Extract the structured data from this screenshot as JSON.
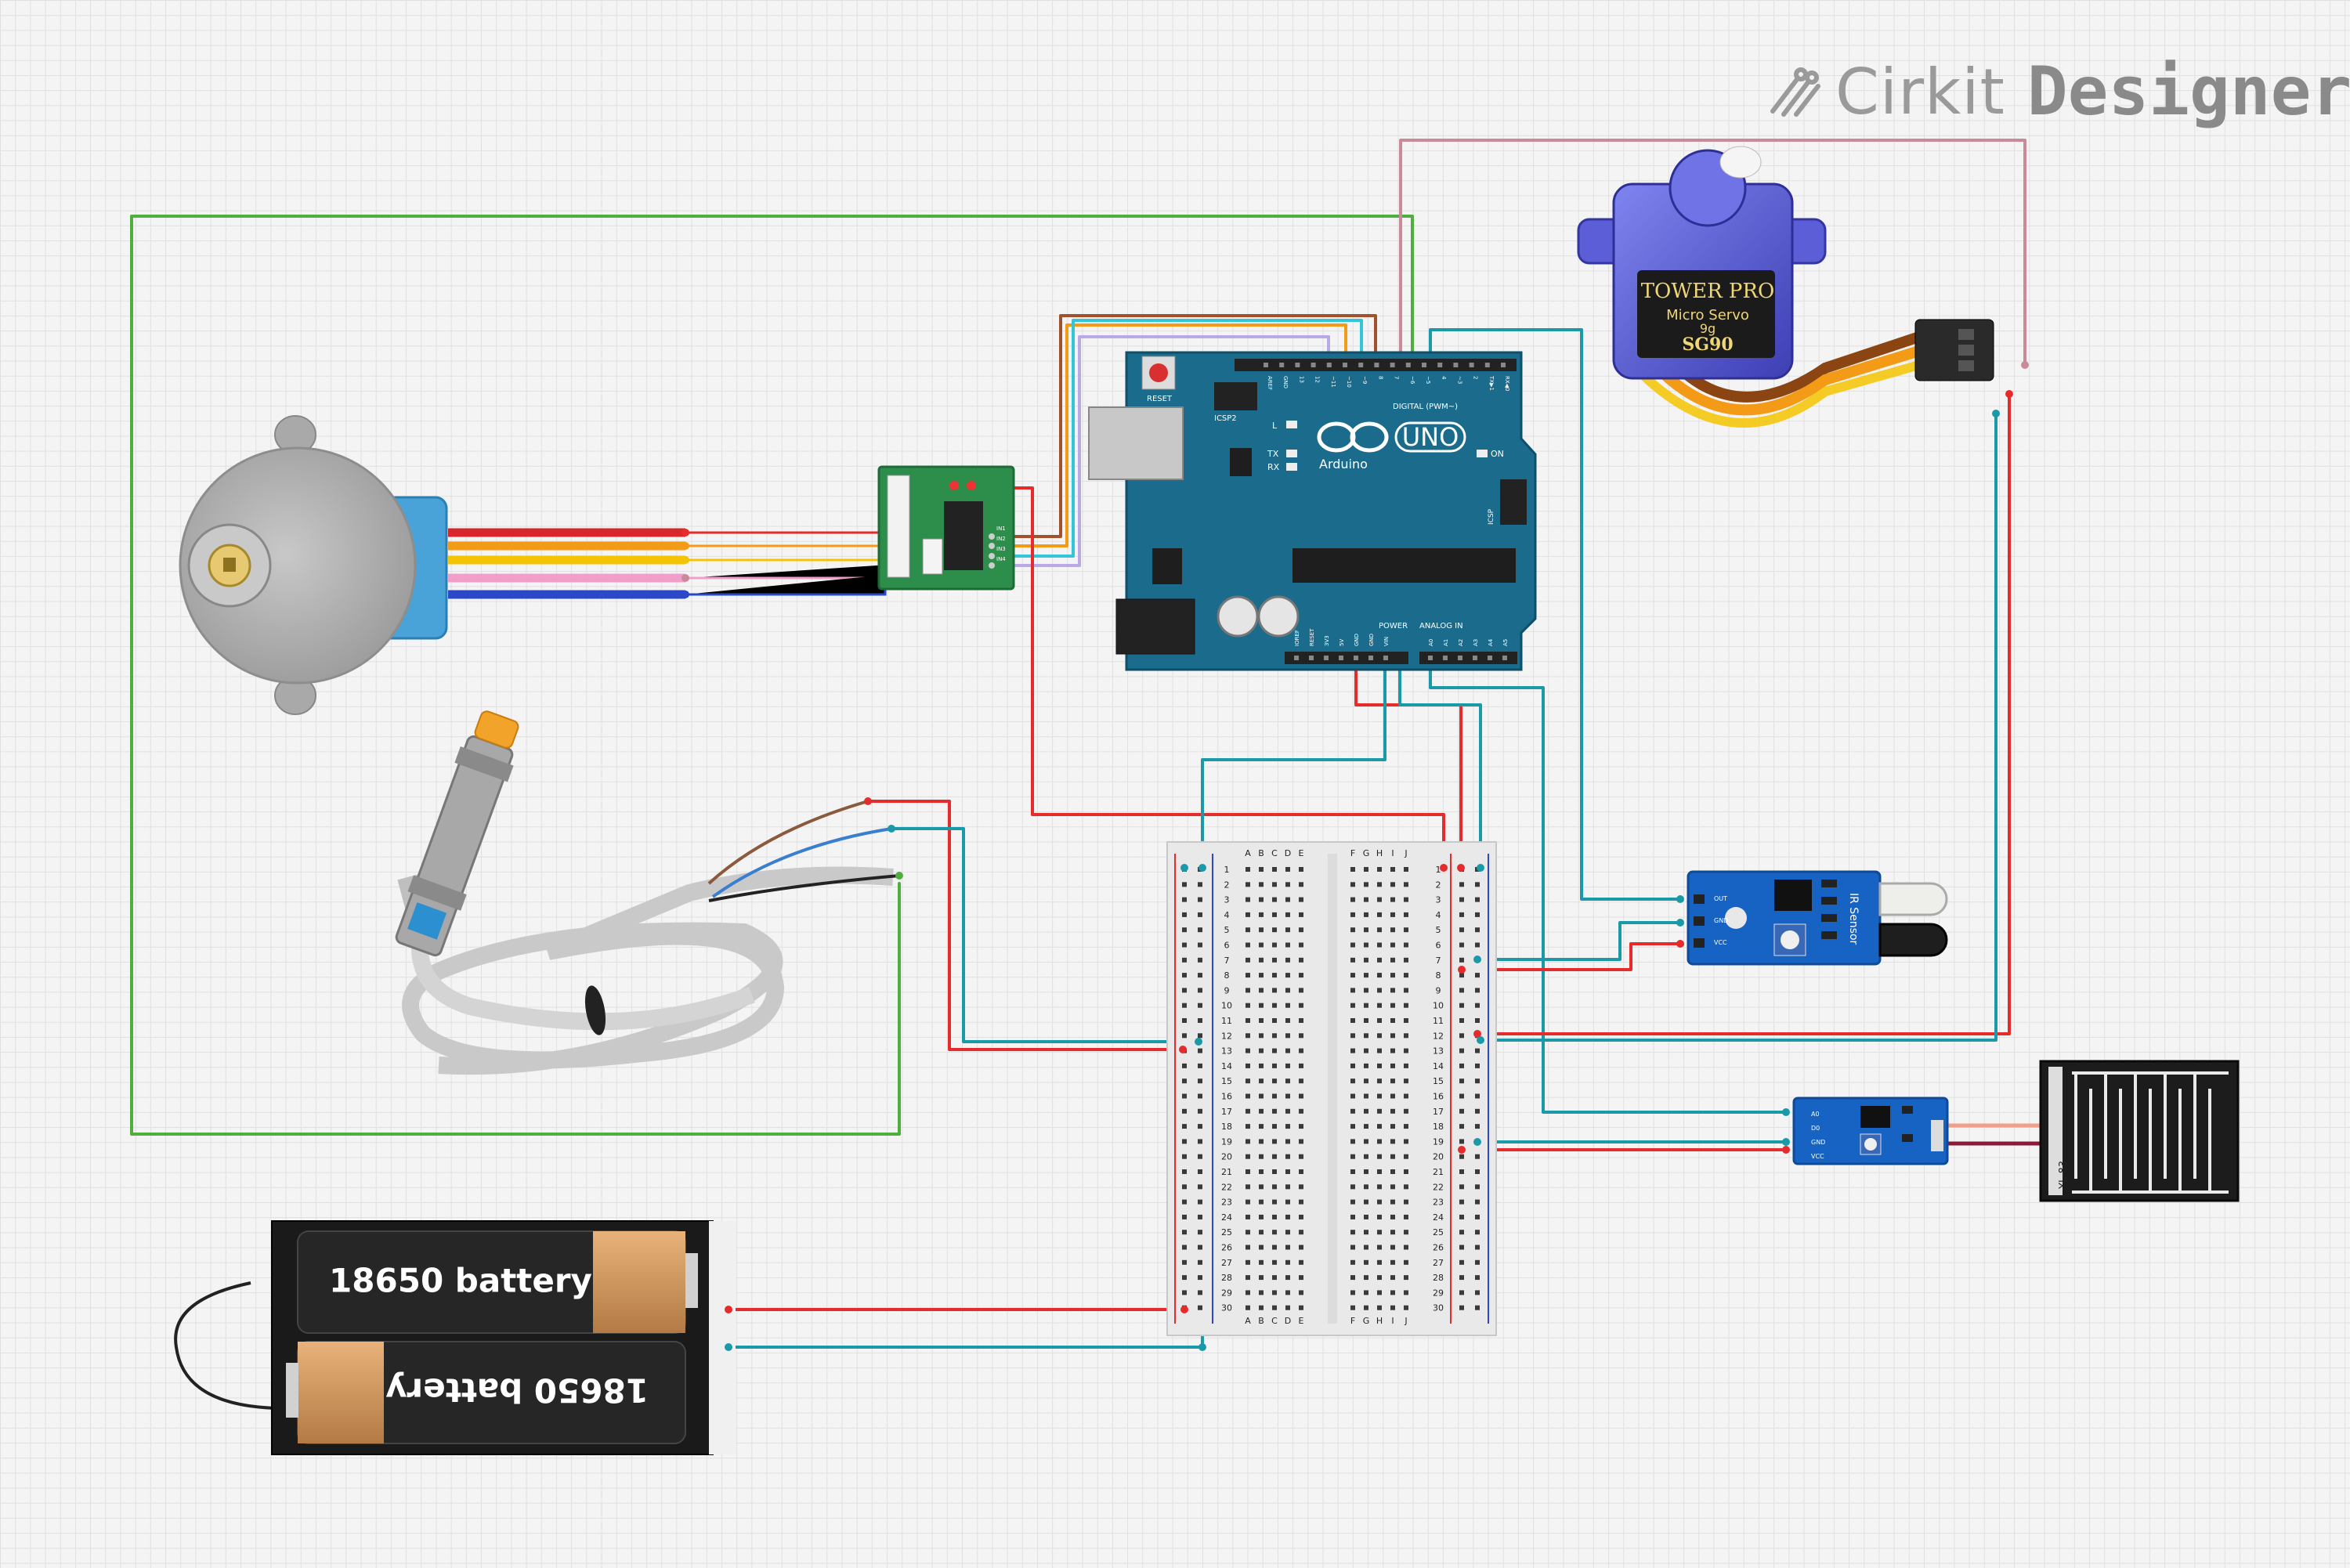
{
  "brand": {
    "name": "Cirkit",
    "product": "Designer"
  },
  "arduino": {
    "model": "UNO",
    "brand": "Arduino",
    "reset_label": "RESET",
    "icsp_label": "ICSP",
    "icsp2_label": "ICSP2",
    "l_label": "L",
    "tx_label": "TX",
    "rx_label": "RX",
    "on_label": "ON",
    "digital_label": "DIGITAL (PWM~)",
    "power_label": "POWER",
    "analog_label": "ANALOG IN",
    "top_pins": [
      "AREF",
      "GND",
      "13",
      "12",
      "~11",
      "~10",
      "~9",
      "8",
      "7",
      "~6",
      "~5",
      "4",
      "~3",
      "2",
      "TX▶1",
      "RX◀0"
    ],
    "power_pins": [
      "IOREF",
      "RESET",
      "3V3",
      "5V",
      "GND",
      "GND",
      "VIN"
    ],
    "analog_pins": [
      "A0",
      "A1",
      "A2",
      "A3",
      "A4",
      "A5"
    ]
  },
  "servo": {
    "brand": "TOWER PRO",
    "subtitle": "Micro Servo",
    "weight": "9g",
    "model": "SG90"
  },
  "ir_sensor": {
    "label": "IR Sensor",
    "pins": [
      "OUT",
      "GND",
      "VCC"
    ]
  },
  "rain_module": {
    "pins": [
      "A0",
      "D0",
      "GND",
      "VCC"
    ]
  },
  "rain_plate": {
    "label": "YL-83"
  },
  "driver": {
    "pins": [
      "IN1",
      "IN2",
      "IN3",
      "IN4"
    ]
  },
  "breadboard": {
    "rows": 30,
    "left_columns": [
      "A",
      "B",
      "C",
      "D",
      "E"
    ],
    "right_columns": [
      "F",
      "G",
      "H",
      "I",
      "J"
    ]
  },
  "battery": {
    "cell_top": "18650 battery",
    "cell_bottom": "18650 battery"
  },
  "colors": {
    "red": "#e52b2b",
    "teal": "#1a9aa8",
    "green": "#4fae3e",
    "brown": "#a0522d",
    "orange": "#f39a16",
    "pink": "#c98a9a",
    "blue": "#2a48c8",
    "yellow": "#f4c400",
    "lavender": "#b9a9e6",
    "cyan": "#33c6d8",
    "pcb_blue": "#1a6b8c",
    "module_blue": "#1763c4"
  }
}
